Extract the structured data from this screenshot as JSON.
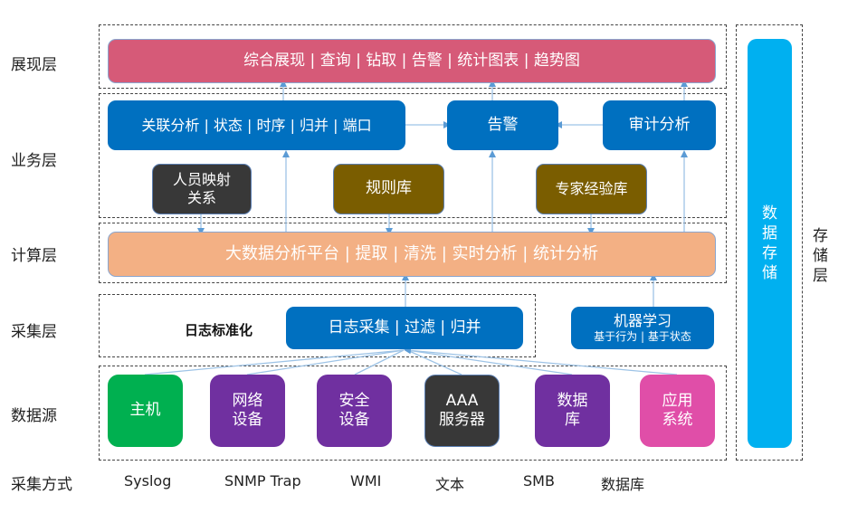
{
  "layers": {
    "presentation": "展现层",
    "business": "业务层",
    "compute": "计算层",
    "collection": "采集层",
    "data_source": "数据源",
    "collection_method": "采集方式",
    "storage": "存储层"
  },
  "presentation": {
    "bar": "综合展现 | 查询 | 钻取 | 告警 | 统计图表 | 趋势图"
  },
  "business": {
    "correlation": "关联分析 | 状态 | 时序 | 归并 | 端口",
    "alert": "告警",
    "audit": "审计分析",
    "person_mapping": [
      "人员映射",
      "关系"
    ],
    "rule_base": "规则库",
    "expert_base": "专家经验库"
  },
  "compute": {
    "platform": "大数据分析平台 | 提取 | 清洗 | 实时分析 | 统计分析"
  },
  "collection": {
    "normalization": "日志标准化",
    "log_collect": "日志采集 | 过滤 | 归并",
    "ml_title": "机器学习",
    "ml_sub": "基于行为 | 基于状态"
  },
  "sources": [
    {
      "lines": [
        "主机"
      ],
      "color": "green"
    },
    {
      "lines": [
        "网络",
        "设备"
      ],
      "color": "purple"
    },
    {
      "lines": [
        "安全",
        "设备"
      ],
      "color": "purple"
    },
    {
      "lines": [
        "AAA",
        "服务器"
      ],
      "color": "dark"
    },
    {
      "lines": [
        "数据",
        "库"
      ],
      "color": "purple"
    },
    {
      "lines": [
        "应用",
        "系统"
      ],
      "color": "magenta"
    }
  ],
  "methods": [
    "Syslog",
    "SNMP Trap",
    "WMI",
    "文本",
    "SMB",
    "数据库"
  ],
  "storage": {
    "chars": [
      "数",
      "据",
      "存",
      "储"
    ],
    "layer_chars": [
      "存",
      "储",
      "层"
    ]
  },
  "colors": {
    "arrow": "#5b9bd5",
    "blue": "#0070c0",
    "pink": "#d65a78",
    "orange": "#f3b084",
    "cyan": "#00b0f0"
  }
}
